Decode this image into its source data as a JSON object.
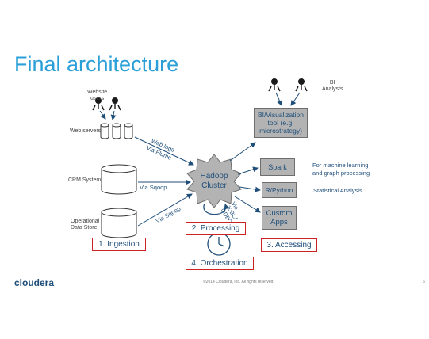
{
  "title": "Final architecture",
  "sources": {
    "website_users": "Website\nusers",
    "web_servers": "Web servers",
    "crm_system": "CRM System",
    "operational_data_store": "Operational\nData Store"
  },
  "arrows": {
    "web_logs": "Web logs",
    "via_flume": "Via Flume",
    "via_sqoop_crm": "Via Sqoop",
    "via_sqoop_ods": "Via Sqoop",
    "via_jdbc_odbc": "Via\nJDBC/\nODBC"
  },
  "hub": {
    "label": "Hadoop\nCluster"
  },
  "bi": {
    "analysts": "BI\nAnalysts",
    "tool": "BI/Visualization\ntool (e.g.\nmicrostrategy)"
  },
  "processing": {
    "spark": "Spark",
    "spark_desc": "For machine learning\nand graph processing",
    "rpython": "R/Python",
    "rpython_desc": "Statistical Analysis",
    "custom_apps": "Custom\nApps"
  },
  "stages": {
    "ingestion": "1. Ingestion",
    "processing": "2. Processing",
    "accessing": "3. Accessing",
    "orchestration": "4. Orchestration"
  },
  "footer": {
    "logo": "cloudera",
    "copyright": "©2014 Cloudera, Inc. All rights reserved.",
    "page": "6"
  },
  "colors": {
    "title": "#2a9fd8",
    "text": "#1f4e79",
    "box": "#b3b3b3",
    "stage_border": "#cc2222"
  }
}
